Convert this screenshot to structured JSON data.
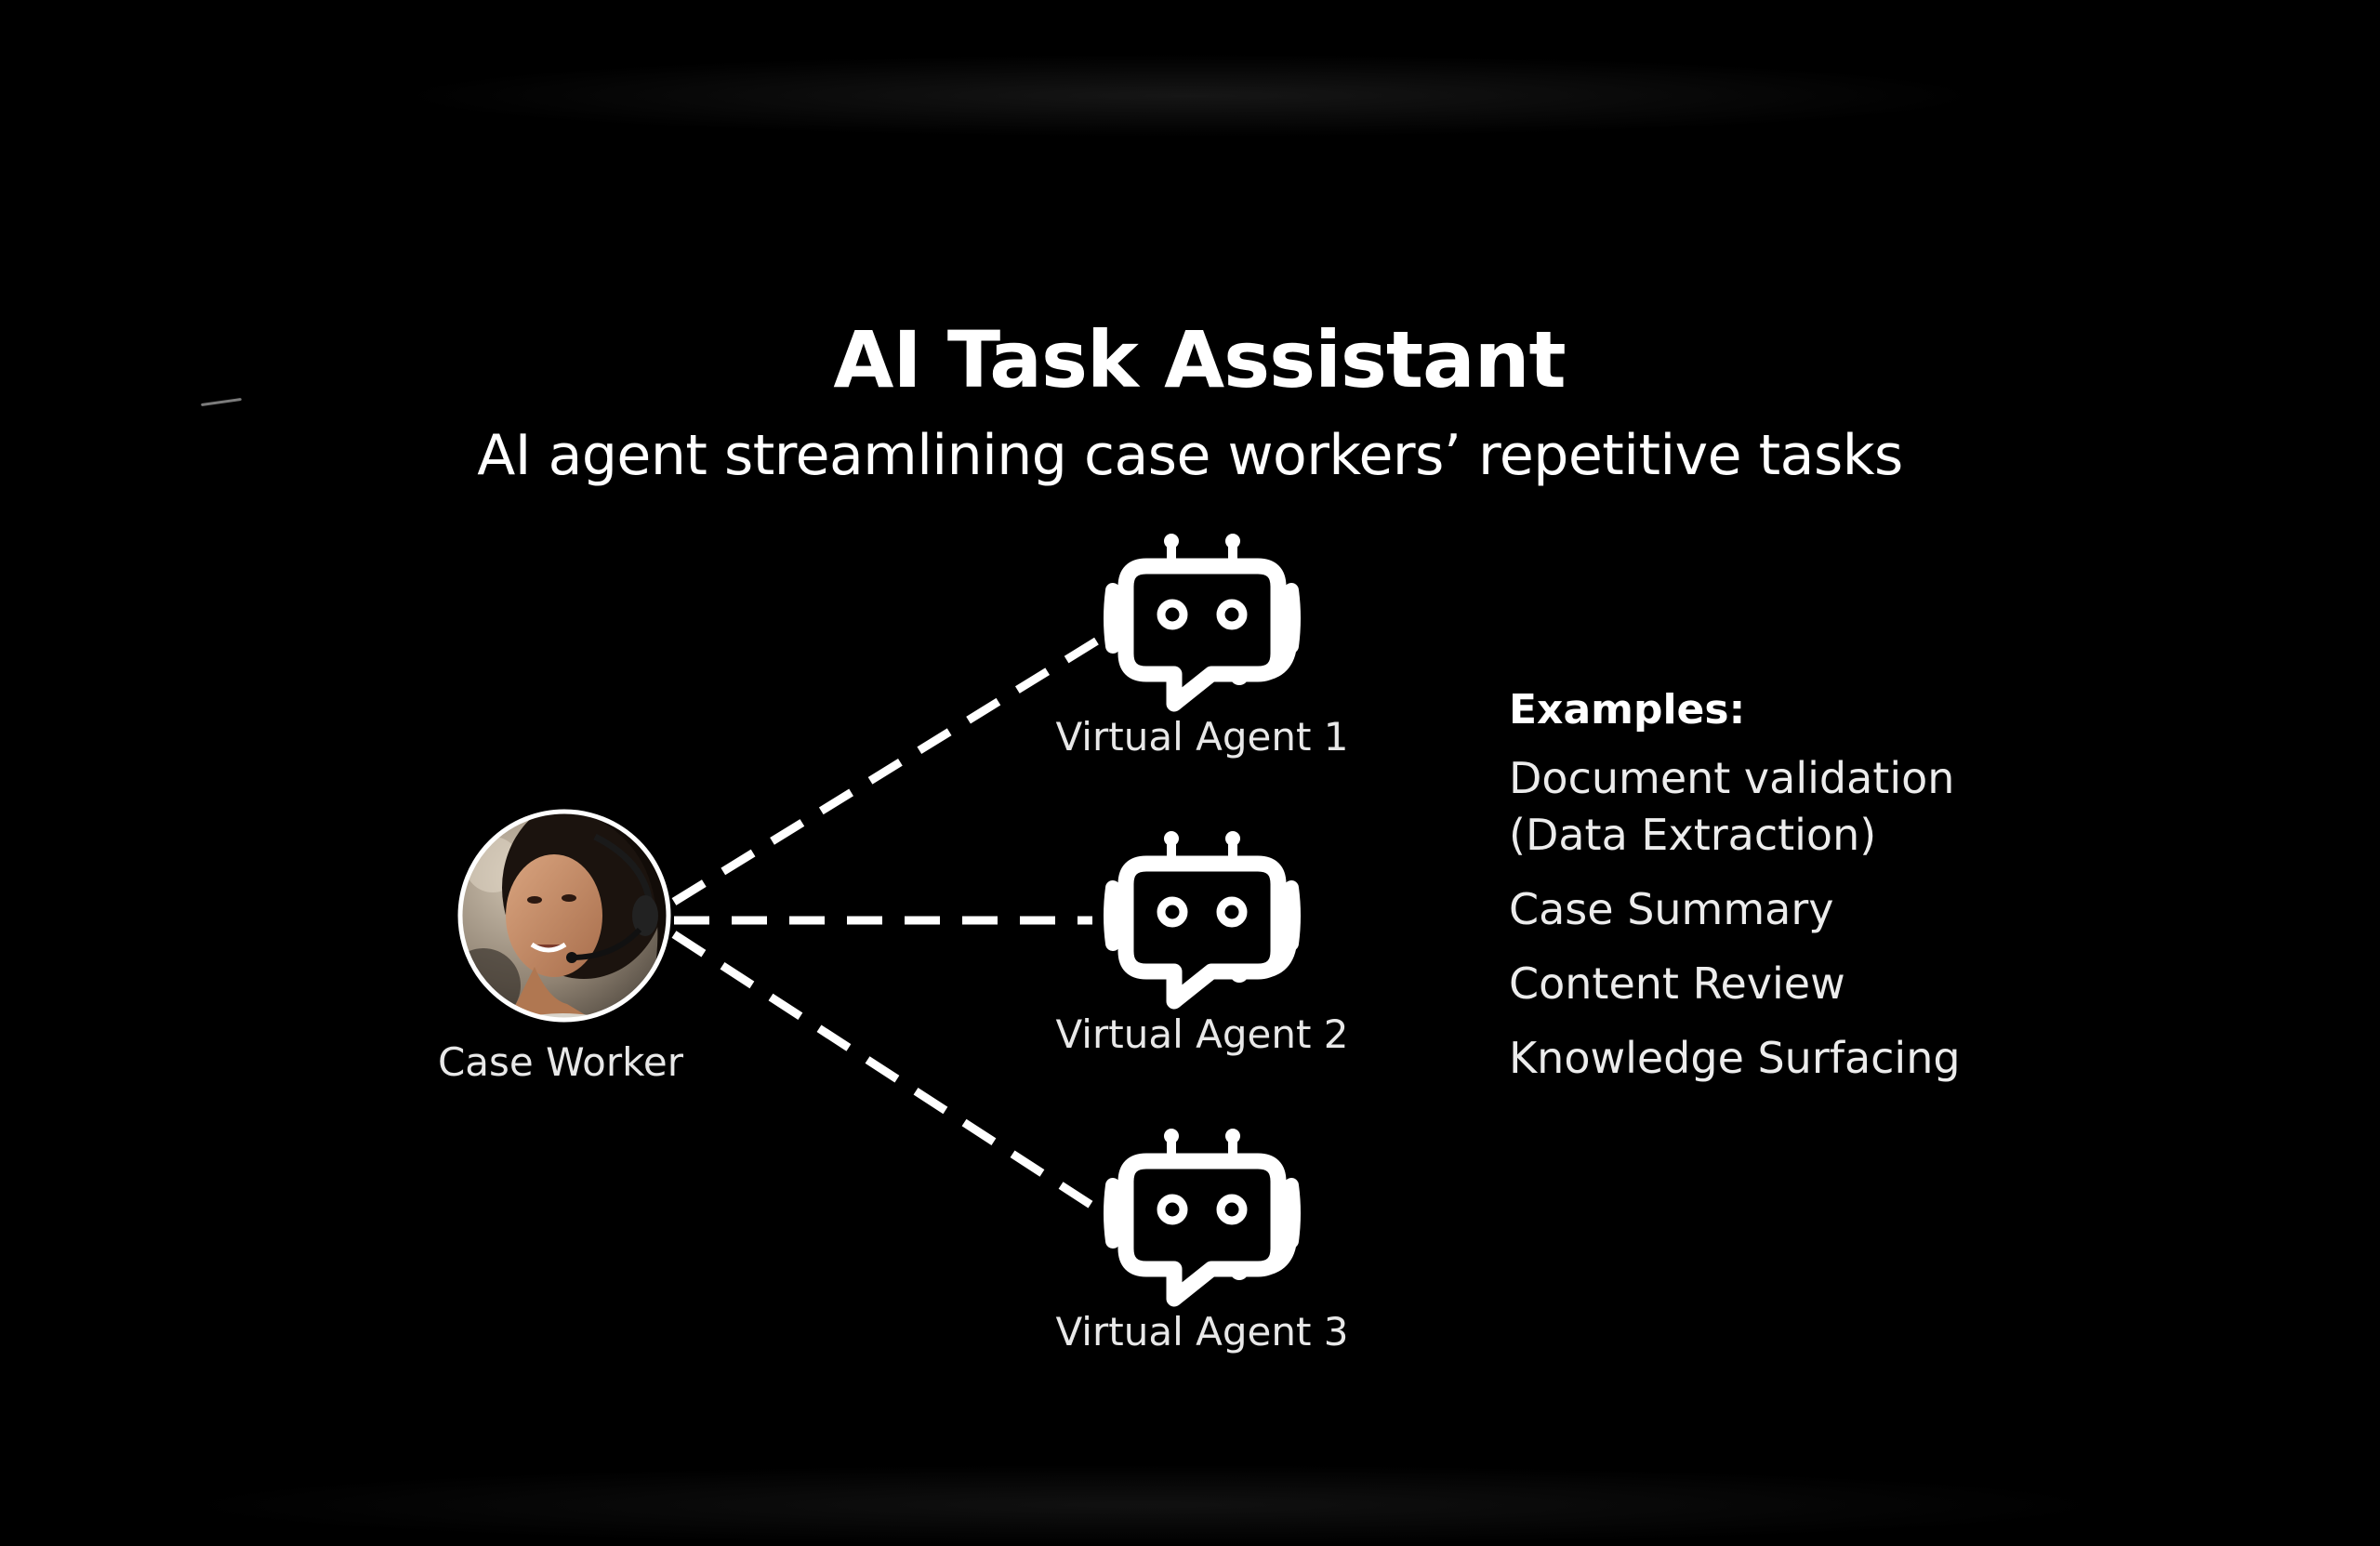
{
  "slide": {
    "title": "AI Task Assistant",
    "subtitle": "AI agent streamlining case workers’ repetitive tasks"
  },
  "diagram": {
    "worker": {
      "label": "Case Worker",
      "icon": "headset-person-avatar"
    },
    "agents": [
      {
        "label": "Virtual Agent 1",
        "icon": "robot-chat-headset-icon"
      },
      {
        "label": "Virtual Agent 2",
        "icon": "robot-chat-headset-icon"
      },
      {
        "label": "Virtual Agent 3",
        "icon": "robot-chat-headset-icon"
      }
    ],
    "connector_style": "dashed"
  },
  "examples": {
    "heading": "Examples:",
    "items": [
      "Document validation\n(Data Extraction)",
      "Case Summary",
      "Content Review",
      "Knowledge Surfacing"
    ]
  },
  "colors": {
    "background": "#000000",
    "foreground": "#ffffff",
    "muted_text": "#e8e8e8"
  }
}
